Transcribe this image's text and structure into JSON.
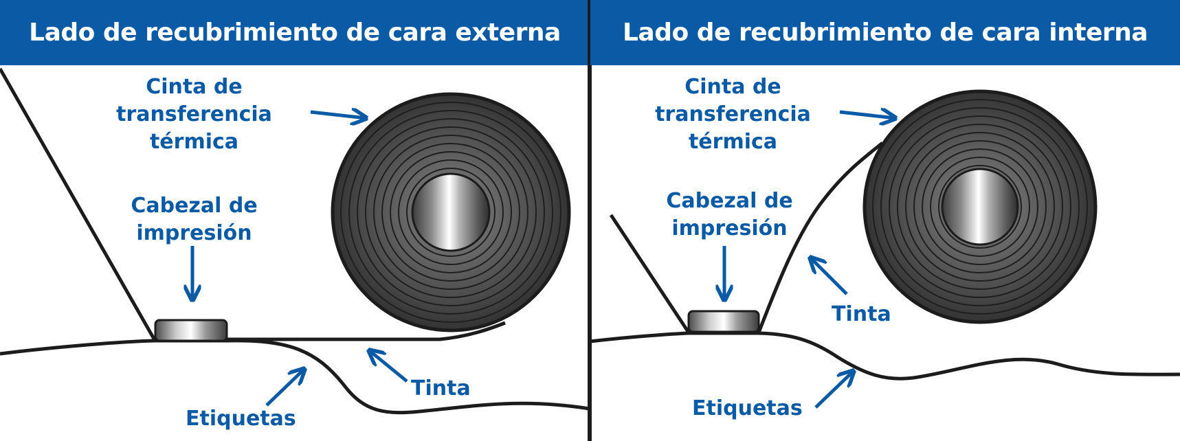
{
  "colors": {
    "header_bg": "#0b5aa5",
    "header_text": "#ffffff",
    "label": "#0b5aa5",
    "line": "#1c1c1c"
  },
  "icons": [
    "arrow-icon",
    "ribbon-roll-icon",
    "printhead-icon"
  ],
  "panels": [
    {
      "title": "Lado de recubrimiento de cara externa",
      "ribbon_label": [
        "Cinta de",
        "transferencia",
        "térmica"
      ],
      "printhead_label": [
        "Cabezal de",
        "impresión"
      ],
      "ink_label": "Tinta",
      "labels_label": "Etiquetas"
    },
    {
      "title": "Lado de recubrimiento de cara interna",
      "ribbon_label": [
        "Cinta de",
        "transferencia",
        "térmica"
      ],
      "printhead_label": [
        "Cabezal de",
        "impresión"
      ],
      "ink_label": "Tinta",
      "labels_label": "Etiquetas"
    }
  ]
}
